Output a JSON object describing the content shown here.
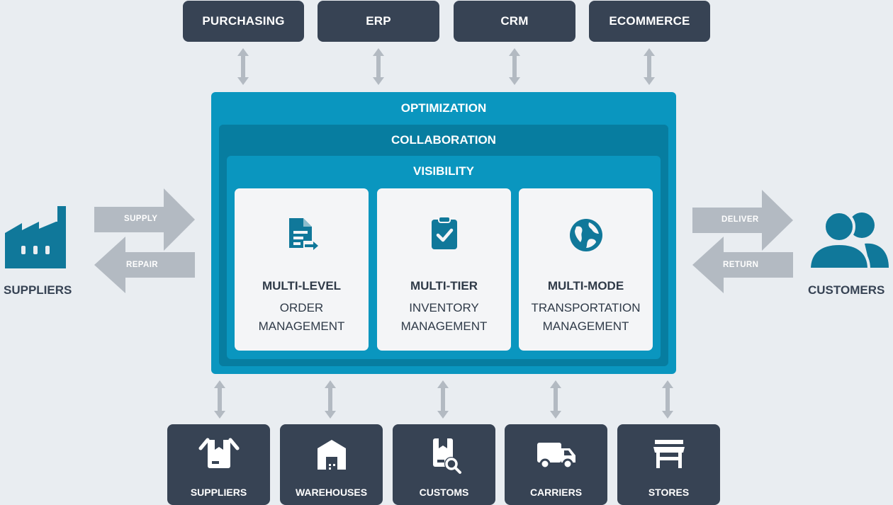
{
  "top_systems": [
    "PURCHASING",
    "ERP",
    "CRM",
    "ECOMMERCE"
  ],
  "layers": {
    "optimization": "OPTIMIZATION",
    "collaboration": "COLLABORATION",
    "visibility": "VISIBILITY"
  },
  "cards": [
    {
      "bold": "MULTI-LEVEL",
      "line2": "ORDER",
      "line3": "MANAGEMENT",
      "icon": "order-document-icon"
    },
    {
      "bold": "MULTI-TIER",
      "line2": "INVENTORY",
      "line3": "MANAGEMENT",
      "icon": "clipboard-check-icon"
    },
    {
      "bold": "MULTI-MODE",
      "line2": "TRANSPORTATION",
      "line3": "MANAGEMENT",
      "icon": "globe-icon"
    }
  ],
  "left_flows": {
    "supply": "SUPPLY",
    "repair": "REPAIR"
  },
  "right_flows": {
    "deliver": "DELIVER",
    "return": "RETURN"
  },
  "left_entity": "SUPPLIERS",
  "right_entity": "CUSTOMERS",
  "bottom_partners": [
    {
      "label": "SUPPLIERS",
      "icon": "package-box-icon"
    },
    {
      "label": "WAREHOUSES",
      "icon": "warehouse-icon"
    },
    {
      "label": "CUSTOMS",
      "icon": "customs-inspection-icon"
    },
    {
      "label": "CARRIERS",
      "icon": "truck-icon"
    },
    {
      "label": "STORES",
      "icon": "store-icon"
    }
  ],
  "colors": {
    "dark": "#374354",
    "teal": "#0a96bf",
    "teal_dark": "#077da0",
    "icon_teal": "#10789a",
    "arrow_gray": "#b3bac2"
  }
}
